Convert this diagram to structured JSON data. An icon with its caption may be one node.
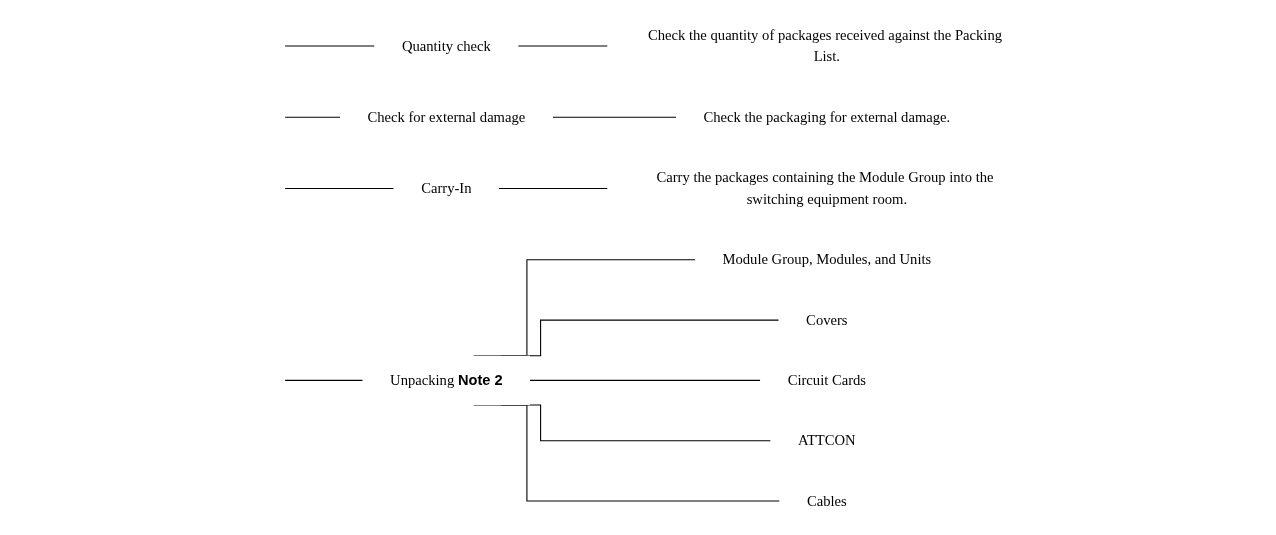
{
  "diagram": {
    "nodes": [
      {
        "text": [
          "Quantity check"
        ]
      },
      {
        "text": [
          "Check the quantity of packages received against the Packing List."
        ]
      },
      {
        "text": [
          "Check for external damage"
        ]
      },
      {
        "text": [
          "Check the packaging for external damage."
        ]
      },
      {
        "text": [
          "Carry-In"
        ]
      },
      {
        "text": [
          "Carry the packages containing the Module Group into the switching equipment room."
        ]
      },
      {
        "text": [
          "Unpacking **Note 2**"
        ]
      },
      {
        "text": [
          "Module Group, Modules, and Units"
        ]
      },
      {
        "text": [
          "Covers"
        ]
      },
      {
        "text": [
          "Circuit Cards"
        ]
      },
      {
        "text": [
          "ATTCON"
        ]
      },
      {
        "text": [
          "Cables"
        ]
      }
    ],
    "edges": [
      {
        "from": null,
        "to": 0,
        "arrow": "none"
      },
      {
        "from": 0,
        "to": 1,
        "arrow": "none"
      },
      {
        "from": null,
        "to": 2,
        "arrow": "none"
      },
      {
        "from": 2,
        "to": 3,
        "arrow": "none"
      },
      {
        "from": null,
        "to": 4,
        "arrow": "none"
      },
      {
        "from": 4,
        "to": 5,
        "arrow": "none"
      },
      {
        "from": null,
        "to": 6,
        "arrow": "none"
      },
      {
        "from": 6,
        "to": 7,
        "arrow": "none"
      },
      {
        "from": 6,
        "to": 8,
        "arrow": "none"
      },
      {
        "from": 6,
        "to": 9,
        "arrow": "none"
      },
      {
        "from": 6,
        "to": 10,
        "arrow": "none"
      },
      {
        "from": 6,
        "to": 11,
        "arrow": "none"
      }
    ]
  }
}
